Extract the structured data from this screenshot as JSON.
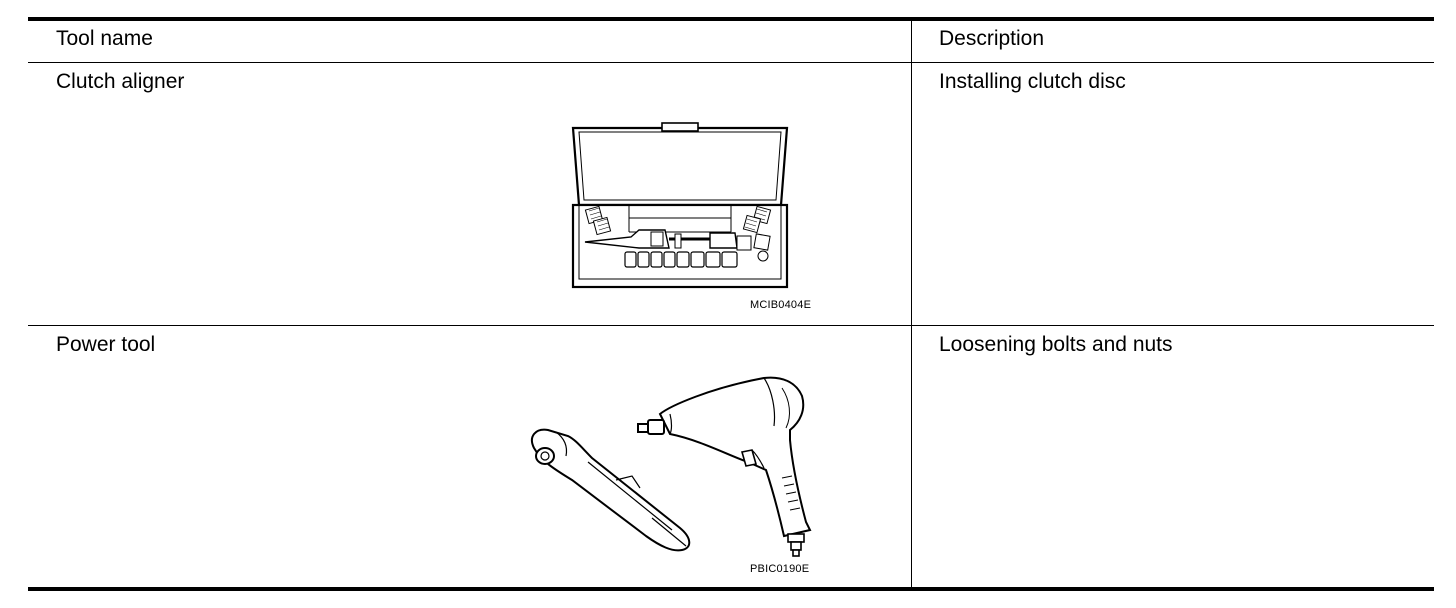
{
  "table": {
    "headers": [
      "Tool name",
      "Description"
    ],
    "rows": [
      {
        "tool_name": "Clutch aligner",
        "description": "Installing clutch disc",
        "figure_code": "MCIB0404E",
        "figure_icon": "clutch-aligner-kit-icon"
      },
      {
        "tool_name": "Power tool",
        "description": "Loosening bolts and nuts",
        "figure_code": "PBIC0190E",
        "figure_icon": "power-tool-icon"
      }
    ]
  }
}
